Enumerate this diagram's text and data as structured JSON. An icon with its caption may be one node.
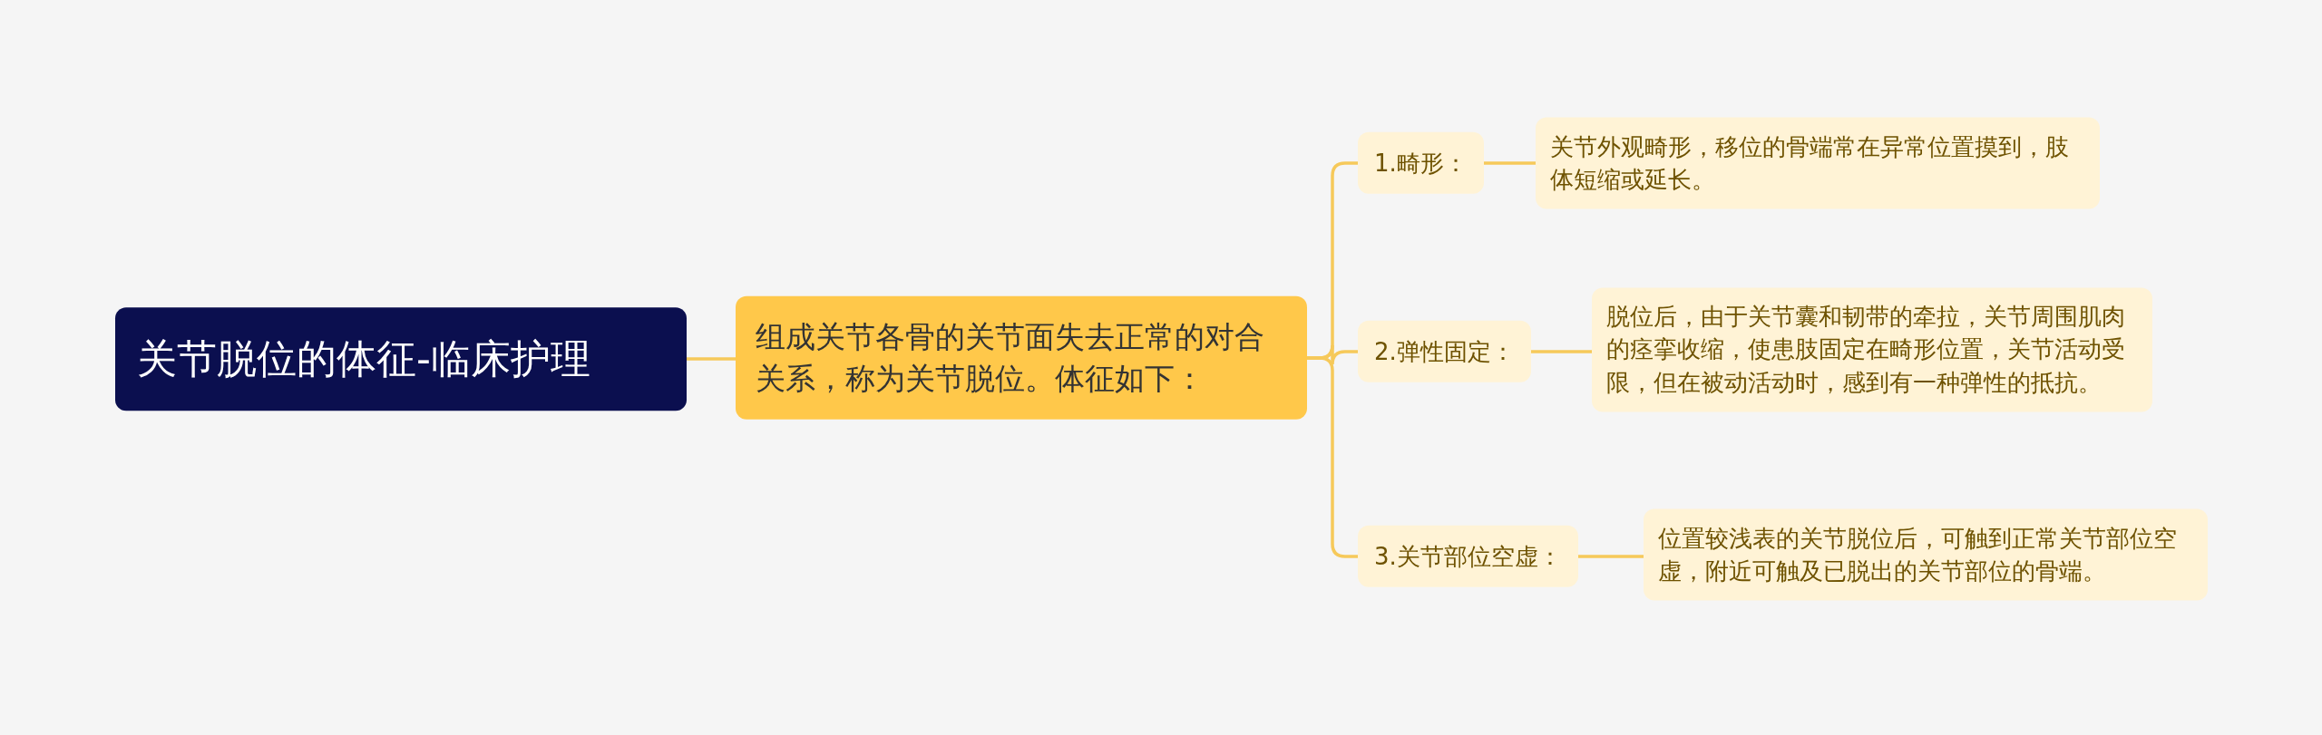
{
  "diagram": {
    "nodes": [
      {
        "text": [
          "关节脱位的体征-临床护理"
        ]
      },
      {
        "text": [
          "组成关节各骨的关节面失去正常的对合关系，称为关节脱位。体征如下："
        ]
      },
      {
        "text": [
          "1.畸形："
        ]
      },
      {
        "text": [
          "关节外观畸形，移位的骨端常在异常位置摸到，肢体短缩或延长。"
        ]
      },
      {
        "text": [
          "2.弹性固定："
        ]
      },
      {
        "text": [
          "脱位后，由于关节囊和韧带的牵拉，关节周围肌肉的痉挛收缩，使患肢固定在畸形位置，关节活动受限，但在被动活动时，感到有一种弹性的抵抗。"
        ]
      },
      {
        "text": [
          "3.关节部位空虚："
        ]
      },
      {
        "text": [
          "位置较浅表的关节脱位后，可触到正常关节部位空虚，附近可触及已脱出的关节部位的骨端。"
        ]
      }
    ],
    "edges": [
      {
        "from": 0,
        "to": 1,
        "arrow": "none"
      },
      {
        "from": 1,
        "to": 2,
        "arrow": "none"
      },
      {
        "from": 1,
        "to": 4,
        "arrow": "none"
      },
      {
        "from": 1,
        "to": 6,
        "arrow": "none"
      },
      {
        "from": 2,
        "to": 3,
        "arrow": "none"
      },
      {
        "from": 4,
        "to": 5,
        "arrow": "none"
      },
      {
        "from": 6,
        "to": 7,
        "arrow": "none"
      }
    ]
  }
}
